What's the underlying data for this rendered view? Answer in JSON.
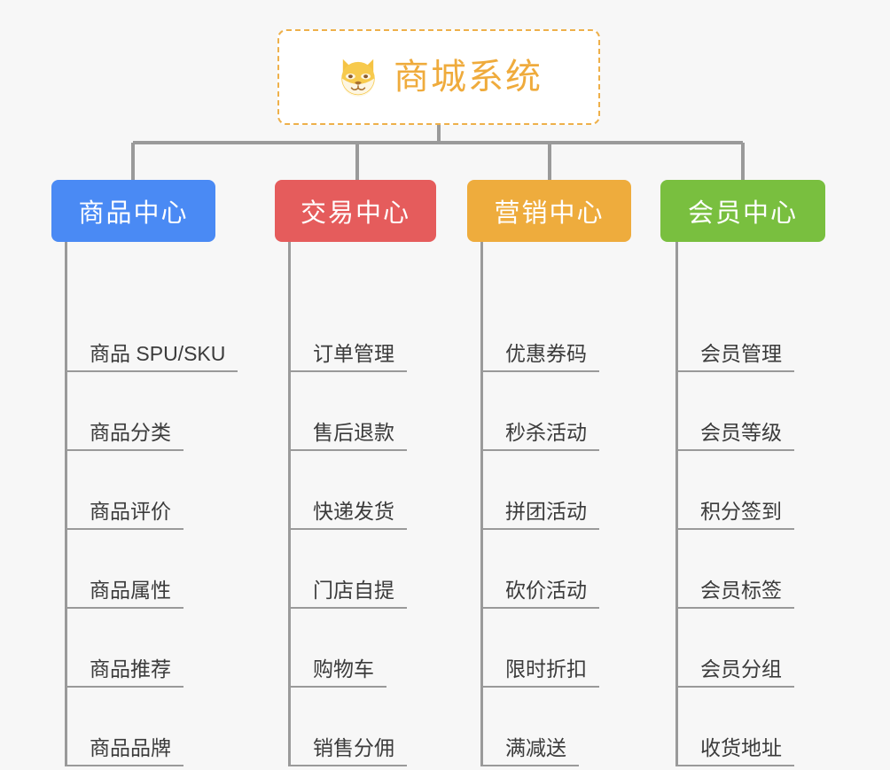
{
  "page": {
    "background_color": "#f7f7f7",
    "type": "mindmap"
  },
  "root": {
    "title": "商城系统",
    "icon": "shiba-dog-face-icon",
    "text_color": "#efab3c",
    "border_color": "#eeb04a",
    "background_color": "#ffffff"
  },
  "connector_color": "#9a9a9a",
  "columns": [
    {
      "id": "product-center",
      "label": "商品中心",
      "color": "#4a8af4",
      "items": [
        "商品 SPU/SKU",
        "商品分类",
        "商品评价",
        "商品属性",
        "商品推荐",
        "商品品牌"
      ]
    },
    {
      "id": "trade-center",
      "label": "交易中心",
      "color": "#e55c5c",
      "items": [
        "订单管理",
        "售后退款",
        "快递发货",
        "门店自提",
        "购物车",
        "销售分佣"
      ]
    },
    {
      "id": "marketing-center",
      "label": "营销中心",
      "color": "#eeac3d",
      "items": [
        "优惠券码",
        "秒杀活动",
        "拼团活动",
        "砍价活动",
        "限时折扣",
        "满减送"
      ]
    },
    {
      "id": "member-center",
      "label": "会员中心",
      "color": "#79bf3f",
      "items": [
        "会员管理",
        "会员等级",
        "积分签到",
        "会员标签",
        "会员分组",
        "收货地址"
      ]
    }
  ]
}
